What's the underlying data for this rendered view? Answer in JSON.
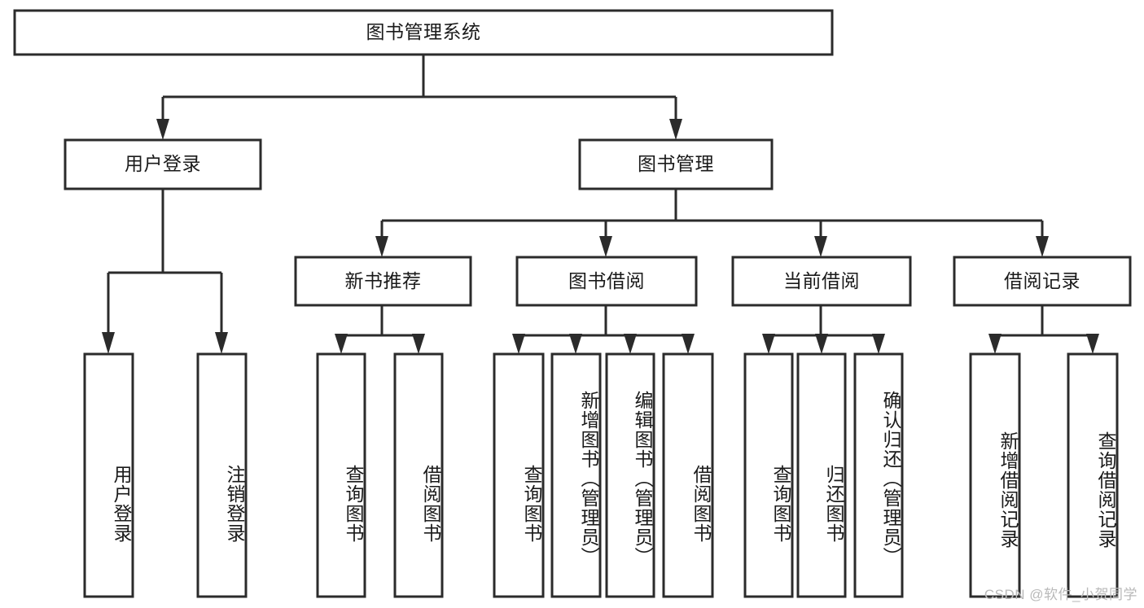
{
  "diagram": {
    "type": "tree",
    "title": "图书管理系统",
    "watermark": "CSDN @软件_小贺同学",
    "colors": {
      "background": "#ffffff",
      "stroke": "#2b2b2b",
      "text": "#1a1a1a",
      "watermark": "#b9b9b9"
    },
    "nodes": {
      "root": {
        "label": "图书管理系统",
        "orientation": "horizontal"
      },
      "l2": [
        {
          "id": "user-login",
          "label": "用户登录",
          "orientation": "horizontal"
        },
        {
          "id": "book-management",
          "label": "图书管理",
          "orientation": "horizontal"
        }
      ],
      "l3": [
        {
          "id": "new-book-recommend",
          "label": "新书推荐",
          "orientation": "horizontal"
        },
        {
          "id": "book-borrow",
          "label": "图书借阅",
          "orientation": "horizontal"
        },
        {
          "id": "current-borrow",
          "label": "当前借阅",
          "orientation": "horizontal"
        },
        {
          "id": "borrow-record",
          "label": "借阅记录",
          "orientation": "horizontal"
        }
      ],
      "leaves": [
        {
          "id": "leaf-user-login",
          "label": "用户登录",
          "parent": "user-login",
          "orientation": "vertical"
        },
        {
          "id": "leaf-user-logout",
          "label": "注销登录",
          "parent": "user-login",
          "orientation": "vertical"
        },
        {
          "id": "leaf-query-book-1",
          "label": "查询图书",
          "parent": "new-book-recommend",
          "orientation": "vertical"
        },
        {
          "id": "leaf-borrow-book-1",
          "label": "借阅图书",
          "parent": "new-book-recommend",
          "orientation": "vertical"
        },
        {
          "id": "leaf-query-book-2",
          "label": "查询图书",
          "parent": "book-borrow",
          "orientation": "vertical"
        },
        {
          "id": "leaf-add-book",
          "label": "新增图书（管理员）",
          "parent": "book-borrow",
          "orientation": "vertical"
        },
        {
          "id": "leaf-edit-book",
          "label": "编辑图书（管理员）",
          "parent": "book-borrow",
          "orientation": "vertical"
        },
        {
          "id": "leaf-borrow-book-2",
          "label": "借阅图书",
          "parent": "book-borrow",
          "orientation": "vertical"
        },
        {
          "id": "leaf-query-book-3",
          "label": "查询图书",
          "parent": "current-borrow",
          "orientation": "vertical"
        },
        {
          "id": "leaf-return-book",
          "label": "归还图书",
          "parent": "current-borrow",
          "orientation": "vertical"
        },
        {
          "id": "leaf-confirm-return",
          "label": "确认归还（管理员）",
          "parent": "current-borrow",
          "orientation": "vertical"
        },
        {
          "id": "leaf-add-record",
          "label": "新增借阅记录",
          "parent": "borrow-record",
          "orientation": "vertical"
        },
        {
          "id": "leaf-query-record",
          "label": "查询借阅记录",
          "parent": "borrow-record",
          "orientation": "vertical"
        }
      ]
    }
  }
}
